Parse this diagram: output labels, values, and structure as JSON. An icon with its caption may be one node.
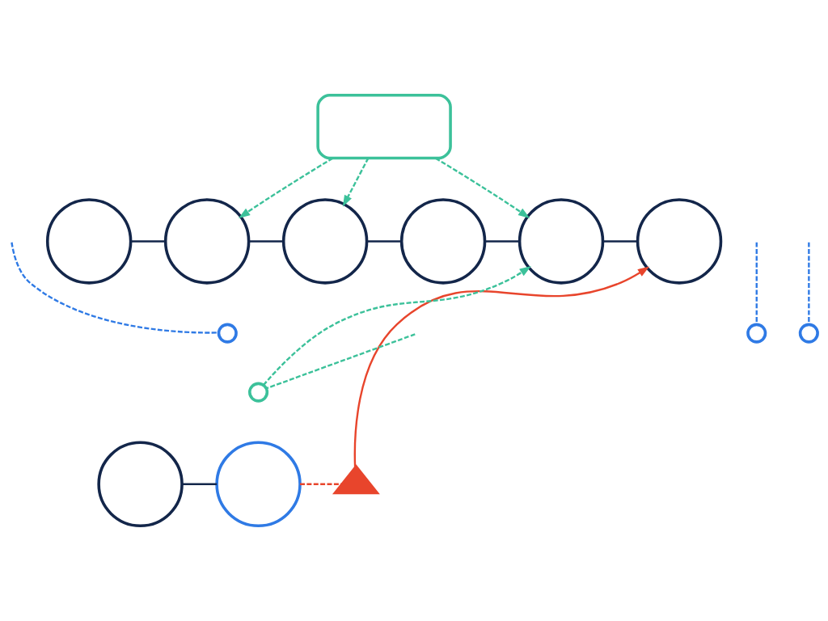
{
  "diagram": {
    "nodes": [
      {
        "text": [],
        "shape": "cloud"
      },
      {
        "text": [],
        "shape": "circle"
      },
      {
        "text": [],
        "shape": "circle"
      },
      {
        "text": [],
        "shape": "circle"
      },
      {
        "text": [],
        "shape": "circle"
      },
      {
        "text": [],
        "shape": "circle"
      },
      {
        "text": [],
        "shape": "circle"
      },
      {
        "text": [],
        "shape": "circle"
      },
      {
        "text": [],
        "shape": "circle"
      },
      {
        "text": [],
        "shape": "triangle"
      },
      {
        "text": [],
        "shape": "circle"
      },
      {
        "text": [],
        "shape": "circle"
      },
      {
        "text": [],
        "shape": "circle"
      },
      {
        "text": [],
        "shape": "circle"
      }
    ],
    "edges": [
      {
        "from": 0,
        "to": 2,
        "arrow": "to",
        "style": "dashed",
        "color": "#3cc19a"
      },
      {
        "from": 0,
        "to": 3,
        "arrow": "to",
        "style": "dashed",
        "color": "#3cc19a"
      },
      {
        "from": 0,
        "to": 5,
        "arrow": "to",
        "style": "dashed",
        "color": "#3cc19a"
      },
      {
        "from": 1,
        "to": 2,
        "arrow": "none"
      },
      {
        "from": 2,
        "to": 3,
        "arrow": "none"
      },
      {
        "from": 3,
        "to": 4,
        "arrow": "none"
      },
      {
        "from": 4,
        "to": 5,
        "arrow": "none"
      },
      {
        "from": 5,
        "to": 6,
        "arrow": "none"
      },
      {
        "from": null,
        "to": 10,
        "arrow": "none",
        "style": "dashed",
        "color": "#2f7ae5"
      },
      {
        "from": null,
        "to": 11,
        "arrow": "none",
        "style": "dashed",
        "color": "#2f7ae5"
      },
      {
        "from": null,
        "to": 12,
        "arrow": "none",
        "style": "dashed",
        "color": "#2f7ae5"
      },
      {
        "from": 7,
        "to": 8,
        "arrow": "none"
      },
      {
        "from": 8,
        "to": 9,
        "arrow": "none",
        "style": "dashed",
        "color": "#e8452c"
      },
      {
        "from": 9,
        "to": 6,
        "arrow": "to",
        "color": "#e8452c"
      },
      {
        "from": null,
        "to": 13,
        "arrow": "none",
        "style": "dashed",
        "color": "#3cc19a"
      },
      {
        "from": 13,
        "to": 5,
        "arrow": "to",
        "style": "dashed",
        "color": "#3cc19a"
      }
    ]
  }
}
